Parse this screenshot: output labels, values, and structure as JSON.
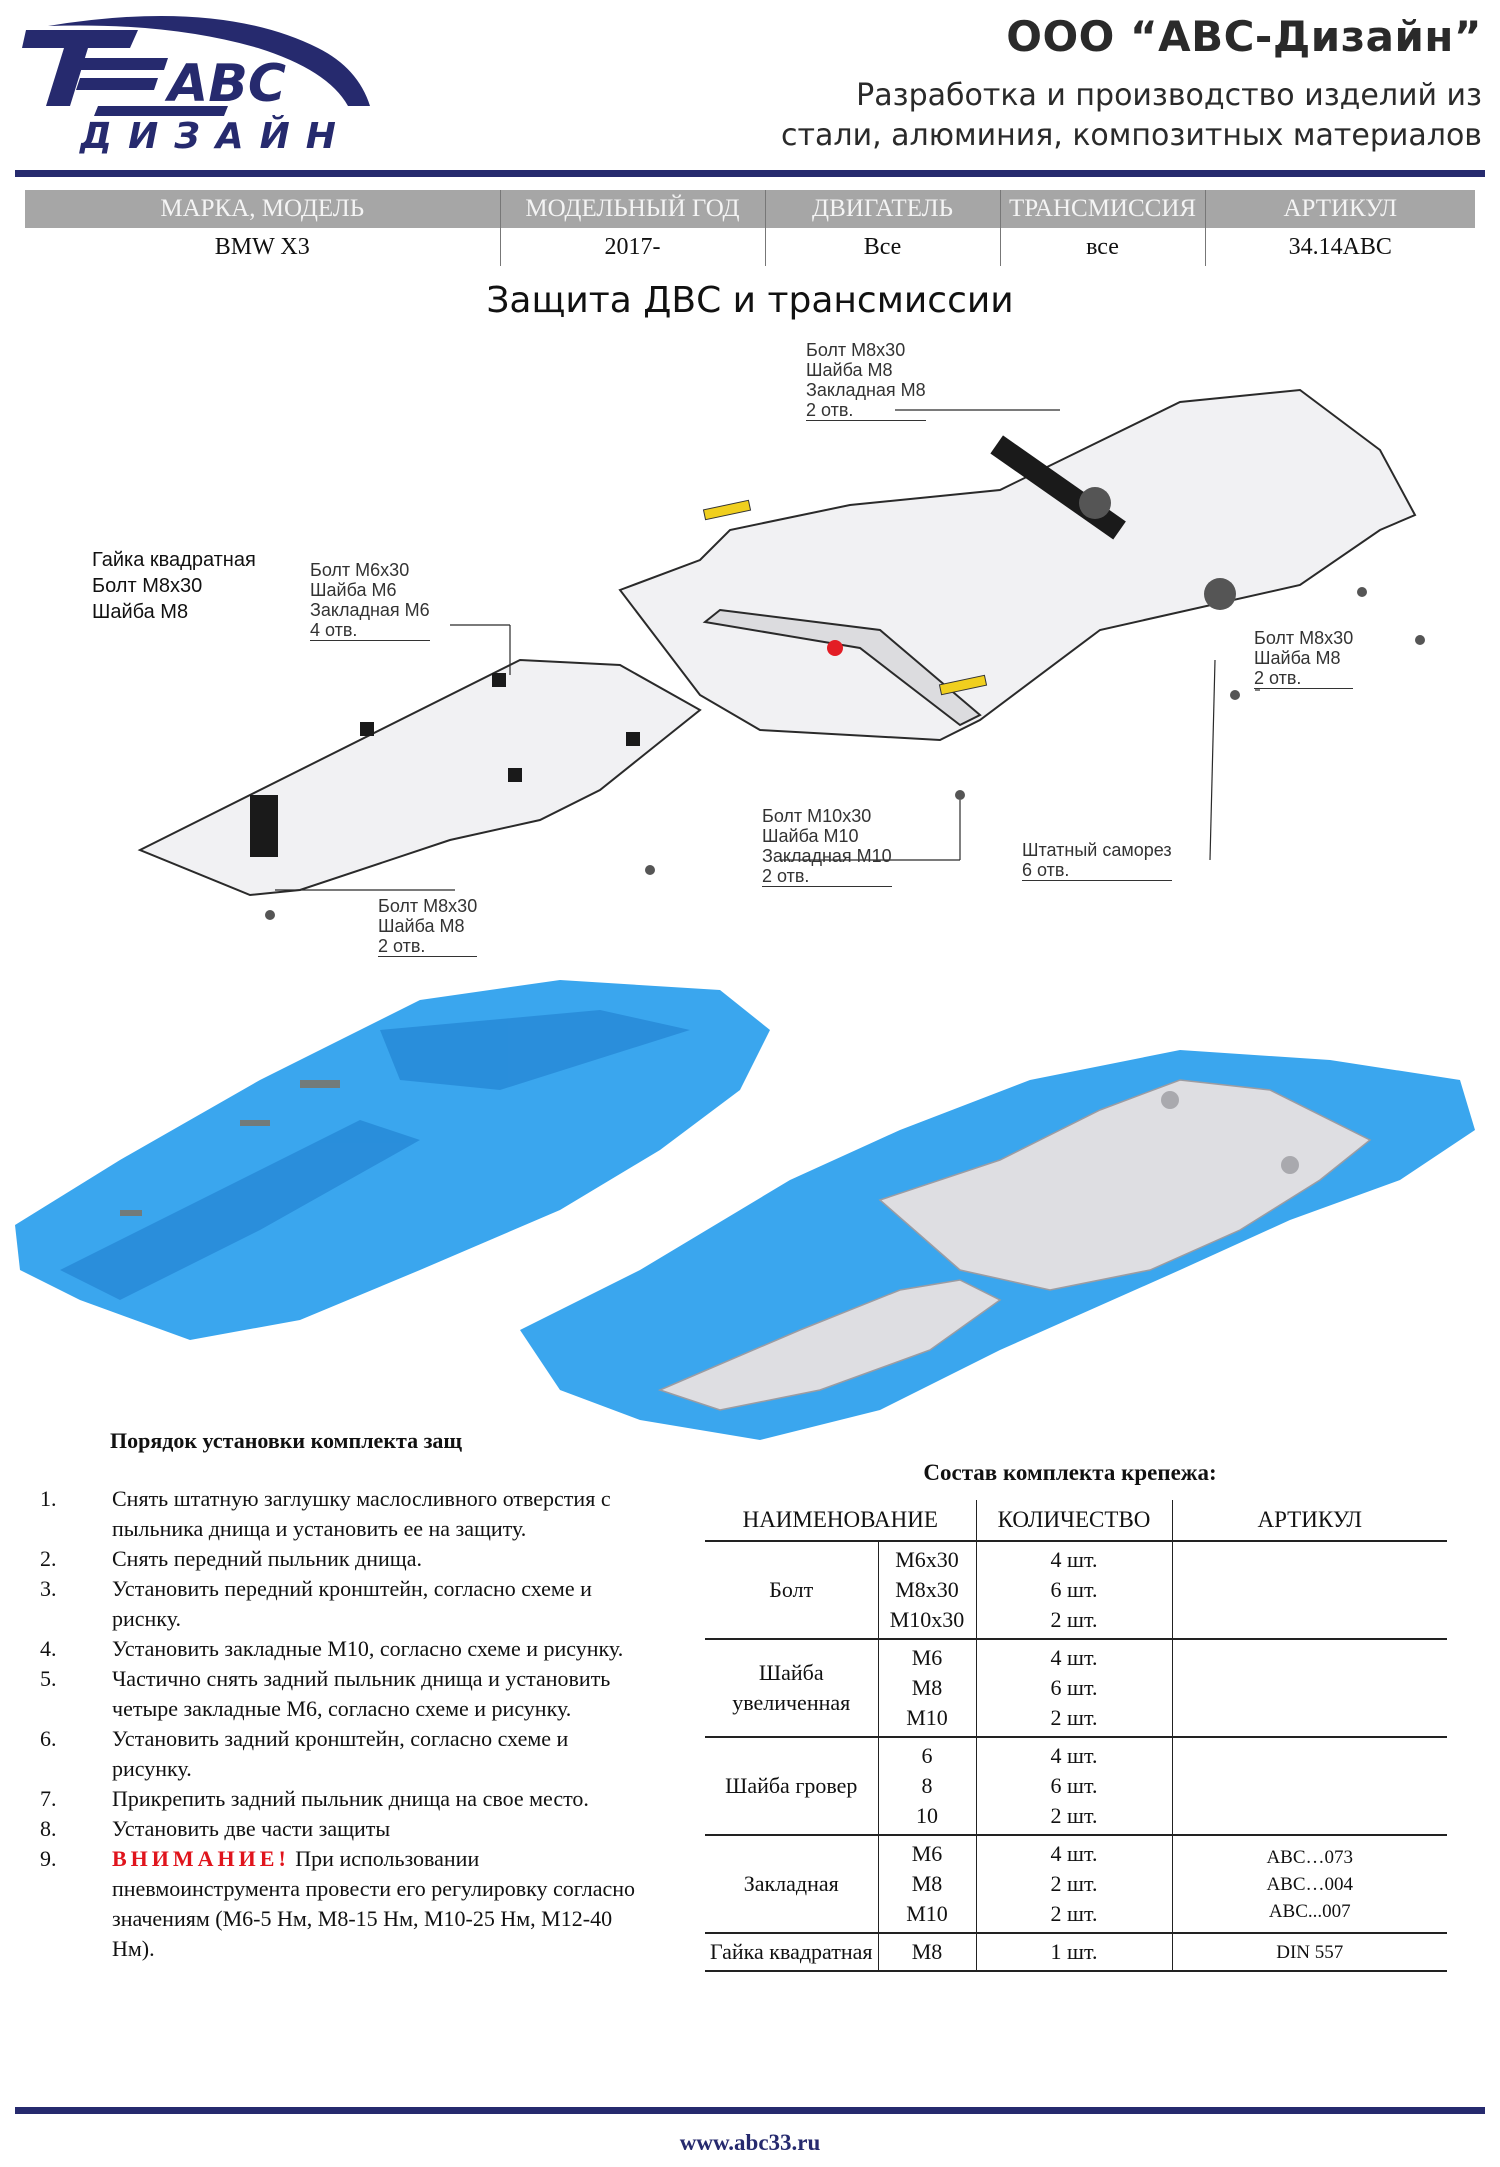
{
  "header": {
    "company": "ООО “АВС-Дизайн”",
    "tagline_line1": "Разработка и производство изделий из",
    "tagline_line2": "стали, алюминия, композитных материалов",
    "logo_text_top": "АВС",
    "logo_text_bottom": "ДИЗАЙН"
  },
  "spec_table": {
    "headers": [
      "МАРКА, МОДЕЛЬ",
      "МОДЕЛЬНЫЙ ГОД",
      "ДВИГАТЕЛЬ",
      "ТРАНСМИССИЯ",
      "АРТИКУЛ"
    ],
    "values": [
      "BMW X3",
      "2017-",
      "Все",
      "все",
      "34.14ABC"
    ]
  },
  "product_title": "Защита ДВС и трансмиссии",
  "callouts": {
    "top": [
      "Болт М8х30",
      "Шайба М8",
      "Закладная М8",
      "2 отв."
    ],
    "left_nut": [
      "Гайка квадратная",
      "Болт М8х30",
      "Шайба М8"
    ],
    "m6": [
      "Болт М6х30",
      "Шайба М6",
      "Закладная М6",
      "4 отв."
    ],
    "right_m8": [
      "Болт М8х30",
      "Шайба М8",
      "2 отв."
    ],
    "m10": [
      "Болт М10х30",
      "Шайба М10",
      "Закладная М10",
      "2 отв."
    ],
    "screw": [
      "Штатный саморез",
      "6 отв."
    ],
    "bottom_m8": [
      "Болт М8х30",
      "Шайба М8",
      "2 отв."
    ]
  },
  "instructions": {
    "title": "Порядок установки комплекта защ",
    "steps": [
      {
        "n": "1.",
        "text": "Снять штатную заглушку маслосливного отверстия с пыльника днища и установить ее на защиту."
      },
      {
        "n": "2.",
        "text": "Снять передний пыльник днища."
      },
      {
        "n": "3.",
        "text": "Установить передний кронштейн, согласно схеме и риснку."
      },
      {
        "n": "4.",
        "text": "Установить закладные М10, согласно схеме и рисунку."
      },
      {
        "n": "5.",
        "text": "Частично снять задний пыльник днища и установить четыре закладные М6, согласно схеме и рисунку."
      },
      {
        "n": "6.",
        "text": "Установить задний кронштейн, согласно схеме и рисунку."
      },
      {
        "n": "7.",
        "text": "Прикрепить задний пыльник днища на свое место."
      },
      {
        "n": "8.",
        "text": "Установить две части защиты"
      }
    ],
    "step9": {
      "n": "9.",
      "warning": "ВНИМАНИЕ!",
      "text": "При использовании пневмоинструмента провести его регулировку согласно значениям (М6-5 Нм, М8-15 Нм, М10-25 Нм, М12-40 Нм)."
    }
  },
  "kit": {
    "title": "Состав комплекта крепежа:",
    "headers": [
      "НАИМЕНОВАНИЕ",
      "",
      "КОЛИЧЕСТВО",
      "АРТИКУЛ"
    ],
    "rows": [
      {
        "name": "Болт",
        "sizes": "М6х30\nМ8х30\nМ10х30",
        "qty": "4 шт.\n6 шт.\n2 шт.",
        "art": ""
      },
      {
        "name": "Шайба увеличенная",
        "sizes": "М6\nМ8\nМ10",
        "qty": "4 шт.\n6 шт.\n2 шт.",
        "art": ""
      },
      {
        "name": "Шайба гровер",
        "sizes": "6\n8\n10",
        "qty": "4 шт.\n6 шт.\n2 шт.",
        "art": ""
      },
      {
        "name": "Закладная",
        "sizes": "М6\nМ8\nМ10",
        "qty": "4 шт.\n2 шт.\n2 шт.",
        "art": "ABC…073\nABC…004\nABC...007"
      },
      {
        "name": "Гайка квадратная",
        "sizes": "М8",
        "qty": "1 шт.",
        "art": "DIN 557"
      }
    ]
  },
  "footer": {
    "url": "www.abc33.ru"
  },
  "colors": {
    "brand": "#262a6e",
    "warning": "#e0141c",
    "scan_blue": "#3aa6ee",
    "header_grey": "#a6a6a6"
  }
}
